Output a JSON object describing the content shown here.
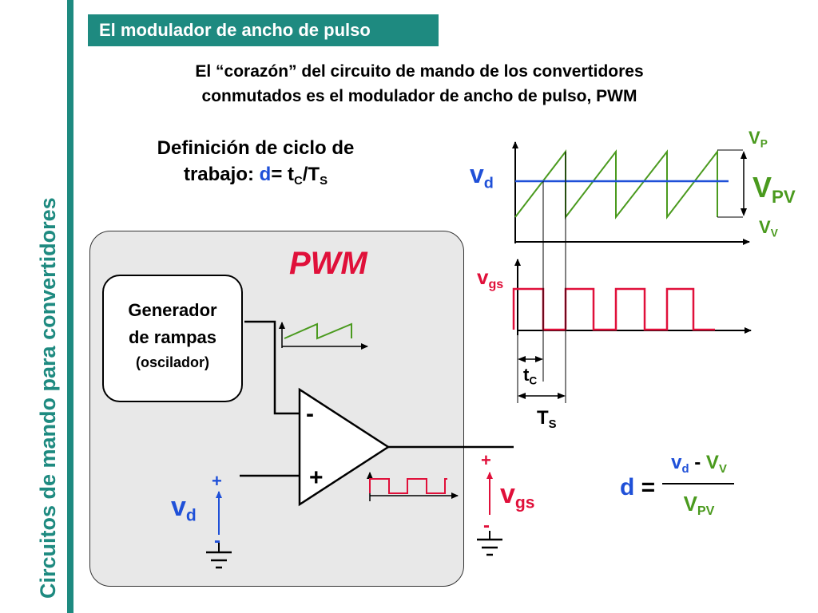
{
  "sidebar_title": "Circuitos de mando para convertidores",
  "header_title": "El modulador de ancho de pulso",
  "intro": {
    "line1": "El “corazón” del circuito de mando de los convertidores",
    "line2": "conmutados es el modulador de ancho de pulso, PWM"
  },
  "definition": {
    "line1": "Definición de ciclo de",
    "line2_prefix": "trabajo: ",
    "d": "d",
    "eq": "= t",
    "tc_sub": "C",
    "slash": "/T",
    "ts_sub": "S"
  },
  "waveform_labels": {
    "vd_main": "v",
    "vd_sub": "d",
    "vp_main": "V",
    "vp_sub": "P",
    "vpv_main": "V",
    "vpv_sub": "PV",
    "vv_main": "V",
    "vv_sub": "V",
    "vgs_main": "v",
    "vgs_sub": "gs",
    "tc_main": "t",
    "tc_sub": "C",
    "ts_main": "T",
    "ts_sub": "S"
  },
  "pwm": {
    "label": "PWM",
    "generator_line1": "Generador",
    "generator_line2": "de rampas",
    "generator_line3": "(oscilador)",
    "minus": "-",
    "plus": "+",
    "vd_plus": "+",
    "vd_main": "v",
    "vd_sub": "d",
    "vd_minus": "-",
    "vgs_plus": "+",
    "vgs_main": "v",
    "vgs_sub": "gs",
    "vgs_minus": "-"
  },
  "formula": {
    "d": "d",
    "eq": "=",
    "num_v": "v",
    "num_v_sub": "d",
    "num_minus": " - ",
    "num_V": "V",
    "num_V_sub": "V",
    "den_V": "V",
    "den_V_sub": "PV"
  },
  "colors": {
    "teal": "#1e8a80",
    "blue": "#1f50d8",
    "green": "#4a9a1e",
    "red": "#e0103a"
  }
}
